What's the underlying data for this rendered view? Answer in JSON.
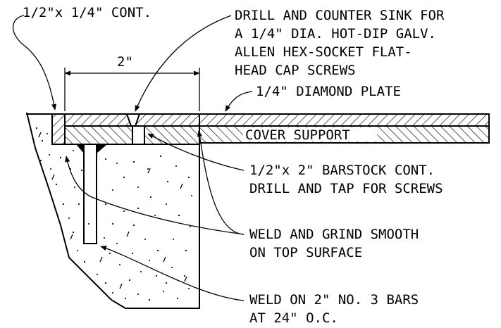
{
  "labels": {
    "cont_bar": "1/2\"x 1/4\" CONT.",
    "drill_line1": "DRILL AND COUNTER SINK FOR",
    "drill_line2": "A 1/4\" DIA. HOT-DIP GALV.",
    "drill_line3": "ALLEN HEX-SOCKET FLAT-",
    "drill_line4": "HEAD CAP SCREWS",
    "dimension": "2\"",
    "diamond_plate": "1/4\" DIAMOND PLATE",
    "cover_support": "COVER SUPPORT",
    "barstock_line1": "1/2\"x 2\" BARSTOCK CONT.",
    "barstock_line2": "DRILL AND TAP FOR SCREWS",
    "weld_grind_line1": "WELD AND GRIND SMOOTH",
    "weld_grind_line2": "ON TOP SURFACE",
    "weld_bars_line1": "WELD ON 2\" NO. 3 BARS",
    "weld_bars_line2": "AT 24\" O.C."
  }
}
